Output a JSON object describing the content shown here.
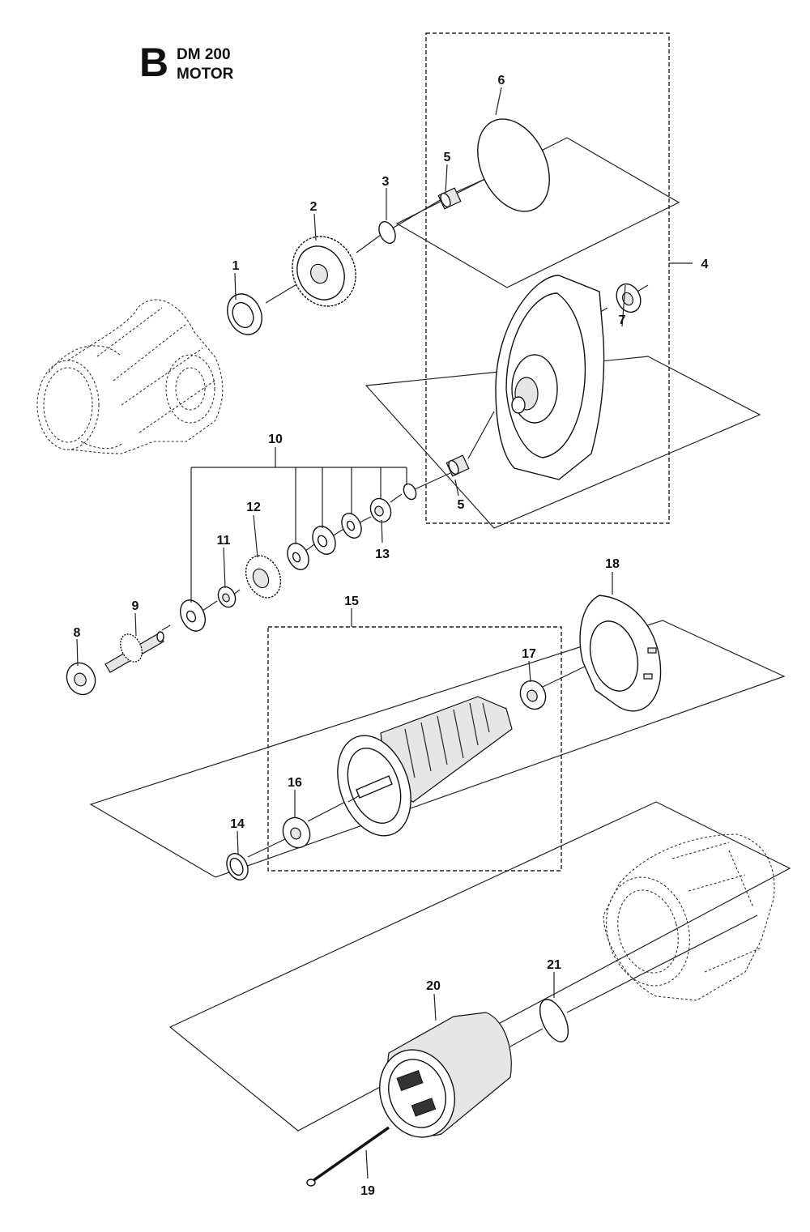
{
  "header": {
    "section_letter": "B",
    "model": "DM 200",
    "section_name": "MOTOR"
  },
  "callouts": {
    "c1": "1",
    "c2": "2",
    "c3": "3",
    "c4": "4",
    "c5a": "5",
    "c5b": "5",
    "c6": "6",
    "c7": "7",
    "c8": "8",
    "c9": "9",
    "c10": "10",
    "c11": "11",
    "c12": "12",
    "c13": "13",
    "c14": "14",
    "c15": "15",
    "c16": "16",
    "c17": "17",
    "c18": "18",
    "c19": "19",
    "c20": "20",
    "c21": "21"
  },
  "icons": {
    "gearbox-housing": "dashed outline of gear housing",
    "motor-housing": "dashed outline of motor housing",
    "armature": "motor rotor with fan",
    "stator": "field coil / stator"
  }
}
